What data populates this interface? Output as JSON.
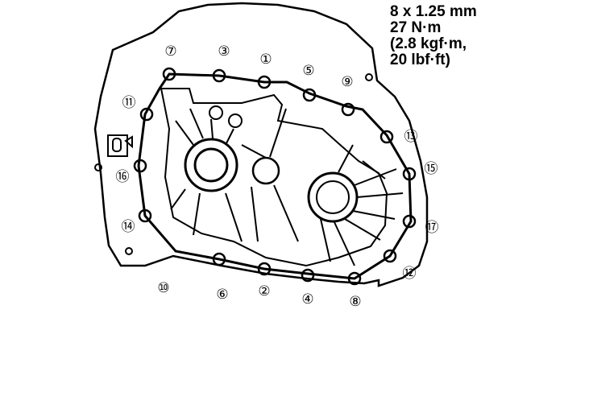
{
  "spec": {
    "size": "8 x 1.25 mm",
    "torque_nm": "27 N·m",
    "torque_kgf": "(2.8 kgf·m,",
    "torque_lbf": "20 lbf·ft)"
  },
  "bolts": [
    {
      "num": "①"
    },
    {
      "num": "②"
    },
    {
      "num": "③"
    },
    {
      "num": "④"
    },
    {
      "num": "⑤"
    },
    {
      "num": "⑥"
    },
    {
      "num": "⑦"
    },
    {
      "num": "⑧"
    },
    {
      "num": "⑨"
    },
    {
      "num": "⑩"
    },
    {
      "num": "⑪"
    },
    {
      "num": "⑫"
    },
    {
      "num": "⑬"
    },
    {
      "num": "⑭"
    },
    {
      "num": "⑮"
    },
    {
      "num": "⑯"
    },
    {
      "num": "⑰"
    }
  ],
  "colors": {
    "line": "#000000",
    "background": "#ffffff"
  }
}
